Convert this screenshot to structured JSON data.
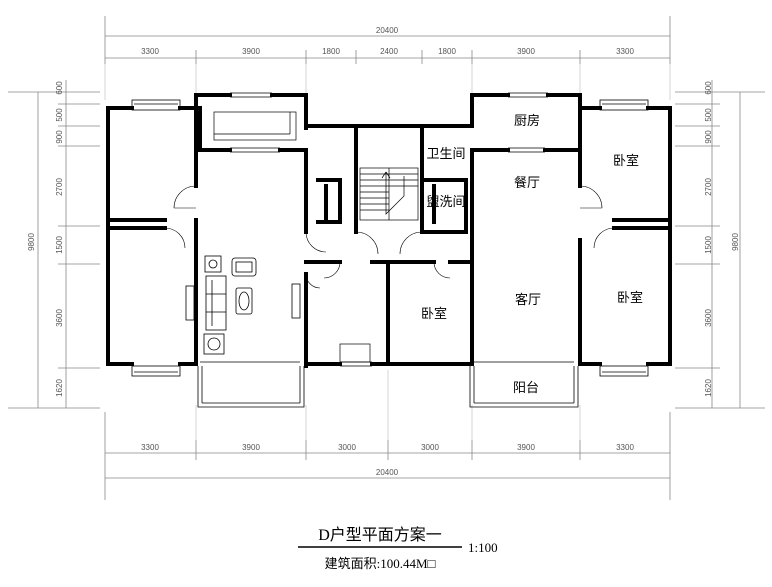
{
  "dimensions": {
    "top_total": "20400",
    "top_segments": [
      "3300",
      "3900",
      "1800",
      "2400",
      "1800",
      "3900",
      "3300"
    ],
    "bottom_segments": [
      "3300",
      "3900",
      "3000",
      "3000",
      "3900",
      "3300"
    ],
    "bottom_total": "20400",
    "left_segments": [
      "600",
      "500",
      "900",
      "2700",
      "1500",
      "3600",
      "1620"
    ],
    "left_total": "9800",
    "right_segments": [
      "600",
      "500",
      "900",
      "2700",
      "1500",
      "3600",
      "1620"
    ],
    "right_total": "9800"
  },
  "rooms": {
    "kitchen": "厨房",
    "bathroom": "卫生间",
    "dining": "餐厅",
    "laundry": "盥洗间",
    "bedroom_right_top": "卧室",
    "bedroom_right_bottom": "卧室",
    "bedroom_middle": "卧室",
    "living": "客厅",
    "balcony": "阳台"
  },
  "caption": {
    "title": "D户型平面方案一",
    "scale": "1:100",
    "area": "建筑面积:100.44M□"
  }
}
